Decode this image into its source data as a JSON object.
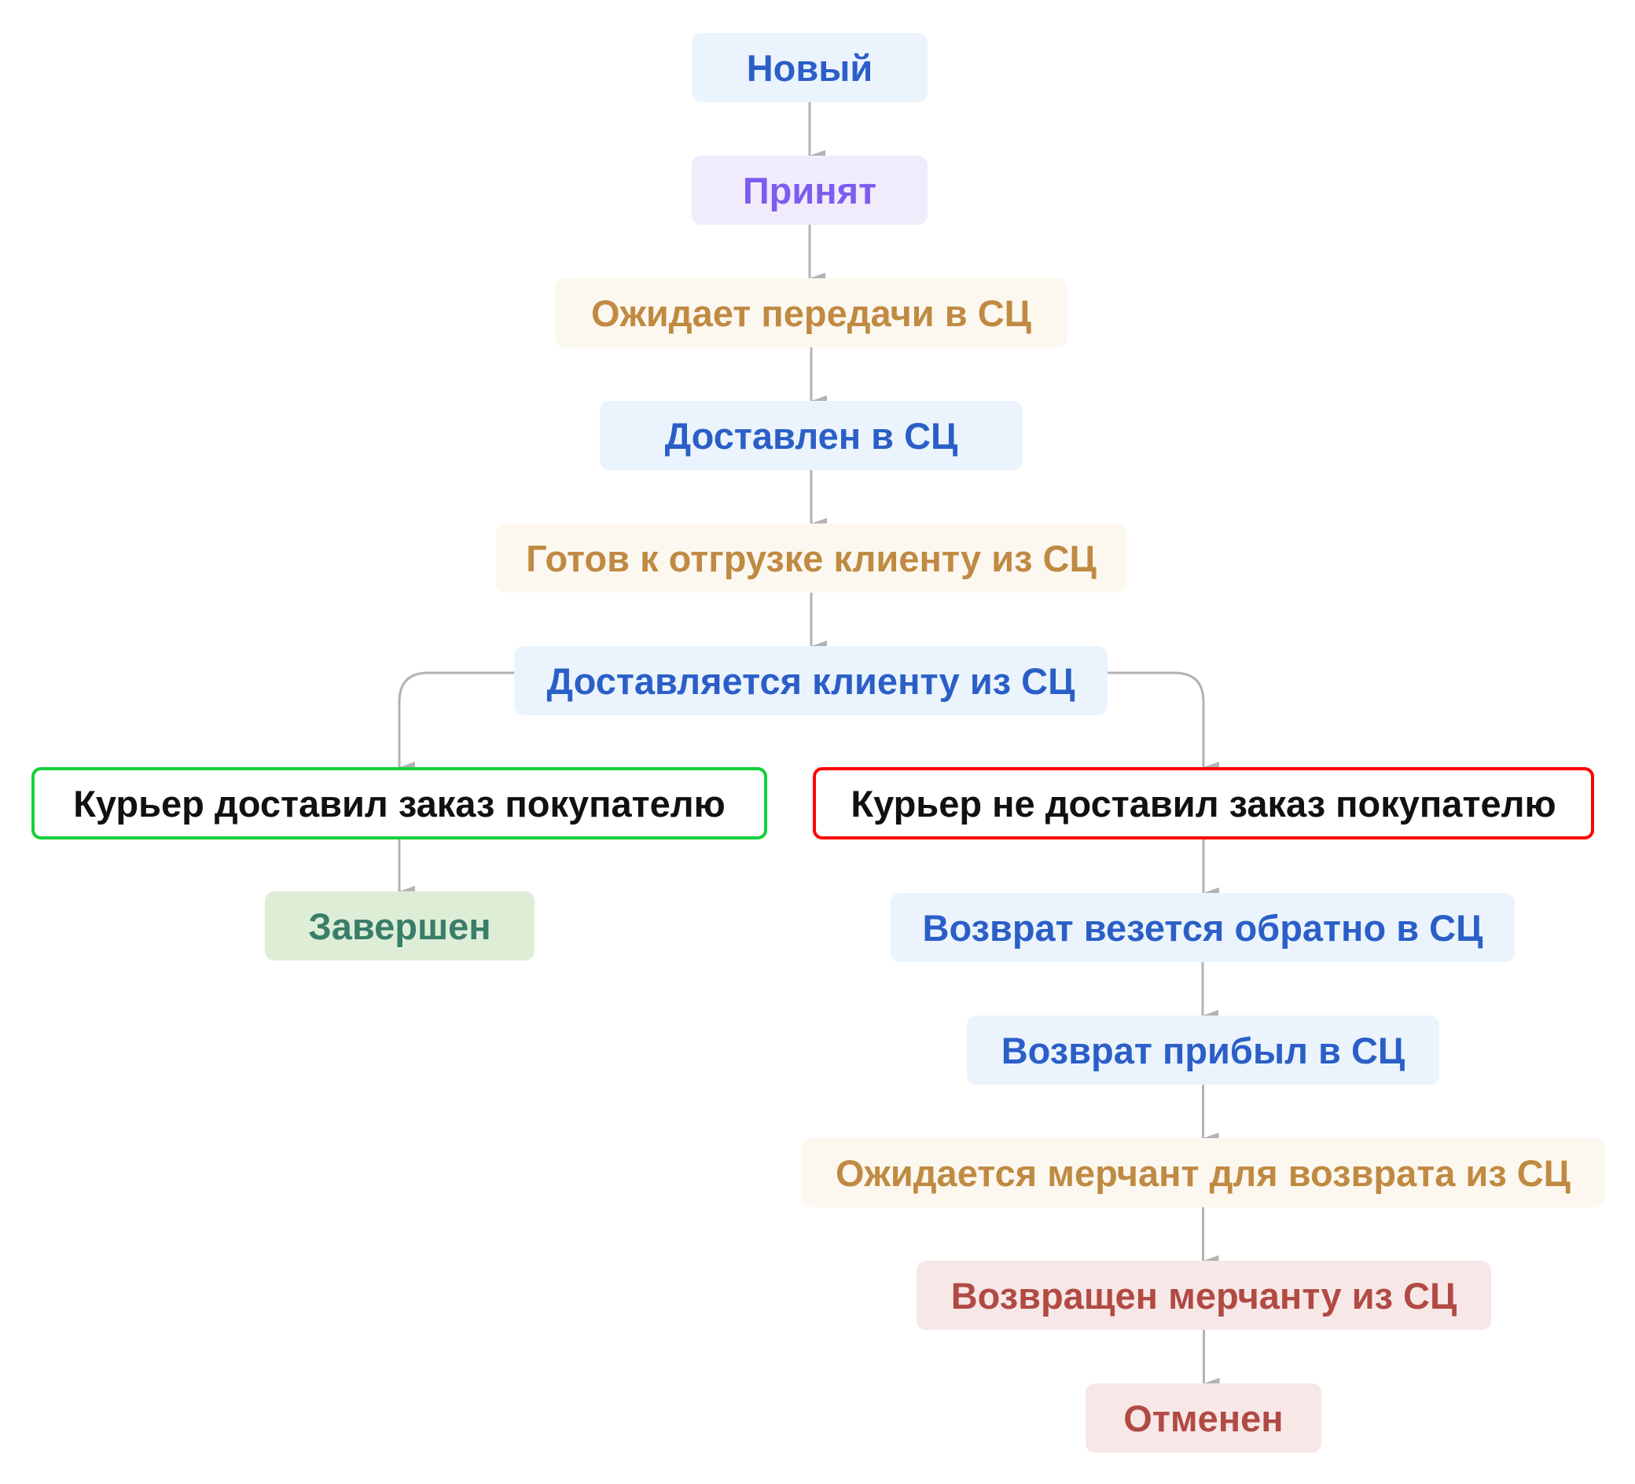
{
  "diagram": {
    "type": "flowchart",
    "nodes": {
      "new": {
        "label": "Новый",
        "tone": "blue"
      },
      "accepted": {
        "label": "Принят",
        "tone": "purple"
      },
      "awaiting": {
        "label": "Ожидает передачи в СЦ",
        "tone": "brown"
      },
      "delivered": {
        "label": "Доставлен в СЦ",
        "tone": "blue"
      },
      "ready": {
        "label": "Готов к отгрузке клиенту из СЦ",
        "tone": "brown"
      },
      "delivering": {
        "label": "Доставляется клиенту из СЦ",
        "tone": "blue"
      },
      "ok": {
        "label": "Курьер доставил заказ покупателю",
        "tone": "outline-green"
      },
      "done": {
        "label": "Завершен",
        "tone": "green"
      },
      "fail": {
        "label": "Курьер не доставил заказ покупателю",
        "tone": "outline-red"
      },
      "return": {
        "label": "Возврат везется обратно в СЦ",
        "tone": "blue"
      },
      "arrived": {
        "label": "Возврат прибыл в СЦ",
        "tone": "blue"
      },
      "merchant": {
        "label": "Ожидается мерчант для возврата из СЦ",
        "tone": "brown"
      },
      "returned": {
        "label": "Возвращен мерчанту из СЦ",
        "tone": "red"
      },
      "cancelled": {
        "label": "Отменен",
        "tone": "red"
      }
    },
    "edges": [
      [
        "new",
        "accepted"
      ],
      [
        "accepted",
        "awaiting"
      ],
      [
        "awaiting",
        "delivered"
      ],
      [
        "delivered",
        "ready"
      ],
      [
        "ready",
        "delivering"
      ],
      [
        "delivering",
        "ok"
      ],
      [
        "delivering",
        "fail"
      ],
      [
        "ok",
        "done"
      ],
      [
        "fail",
        "return"
      ],
      [
        "return",
        "arrived"
      ],
      [
        "arrived",
        "merchant"
      ],
      [
        "merchant",
        "returned"
      ],
      [
        "returned",
        "cancelled"
      ]
    ],
    "colors": {
      "edge": "#B3B3B3",
      "blue_text": "#2B5FC7",
      "blue_bg": "#EBF4FD",
      "purple_text": "#7E5CF0",
      "purple_bg": "#F0ECFB",
      "brown_text": "#C08A43",
      "brown_bg": "#FCF8EF",
      "green_text": "#3A7D6A",
      "green_bg": "#DEEED6",
      "red_text": "#B14A44",
      "red_bg": "#F7E8E7",
      "success_border": "#13D13A",
      "failure_border": "#FF0000"
    }
  }
}
